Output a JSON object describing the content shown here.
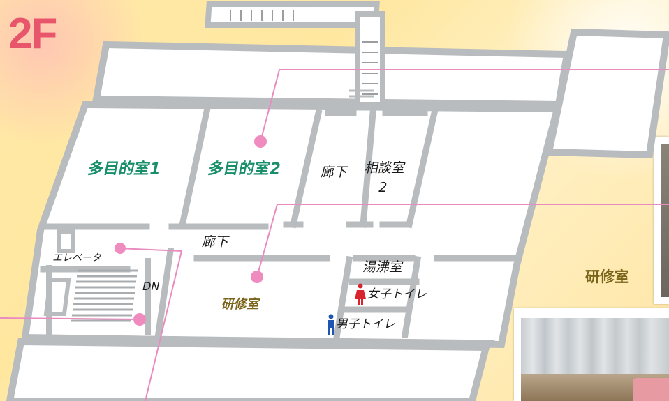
{
  "floor_label": "2F",
  "rooms": {
    "multipurpose_1": "多目的室1",
    "multipurpose_2": "多目的室2",
    "corridor_vertical": "廊下",
    "consultation_line1": "相談室",
    "consultation_line2": "2",
    "corridor_horizontal": "廊下",
    "elevator": "エレベータ",
    "stairs_down": "DN",
    "training_room": "研修室",
    "kitchenette": "湯沸室",
    "womens_toilet": "女子トイレ",
    "mens_toilet": "男子トイレ"
  },
  "side_photo_title": "研修室",
  "colors": {
    "floor_label": "#e8566c",
    "leader_line": "#e98ac0",
    "marker_dot": "#ef8bbf",
    "green_label": "#188f6a",
    "olive_label": "#7a6419",
    "wall": "#b9bcbe",
    "womens_icon": "#d9232d",
    "mens_icon": "#1e55b3"
  }
}
